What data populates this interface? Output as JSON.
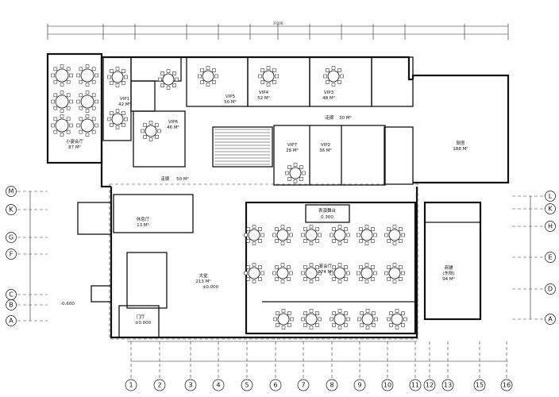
{
  "drawing": {
    "total_dimension": "37200",
    "axes_bottom": [
      "1",
      "2",
      "3",
      "4",
      "5",
      "6",
      "7",
      "8",
      "9",
      "10",
      "11",
      "12",
      "13",
      "15",
      "16"
    ],
    "axes_left": [
      "M",
      "K",
      "G",
      "F",
      "C",
      "B",
      "A"
    ],
    "axes_right": [
      "L",
      "K",
      "H",
      "E",
      "D",
      "A"
    ],
    "rooms": {
      "small_banquet": {
        "name": "小宴会厅",
        "area": "87 M²"
      },
      "vip1": {
        "name": "VIP1",
        "area": "42 M²"
      },
      "vip6": {
        "name": "VIP6",
        "area": "46 M²"
      },
      "vip5": {
        "name": "VIP5",
        "area": "50 M²"
      },
      "vip4": {
        "name": "VIP4",
        "area": "52 M²"
      },
      "vip3": {
        "name": "VIP3",
        "area": "48 M²"
      },
      "vip2": {
        "name": "VIP2",
        "area": "36 M²"
      },
      "vip7": {
        "name": "VIP7",
        "area": "28 M²"
      },
      "corridor_upper": {
        "name": "走廊",
        "area": "30 M²"
      },
      "corridor_main": {
        "name": "走廊",
        "area": "50 M²"
      },
      "kitchen": {
        "name": "厨房",
        "area": "188 M²"
      },
      "lobby": {
        "name": "大堂",
        "area": "213 M²",
        "elevation": "±0.000"
      },
      "banquet_hall": {
        "name": "宴会厅",
        "area": "374 M²"
      },
      "shop": {
        "name": "商铺",
        "sub": "(东侧)",
        "area": "94 M²"
      },
      "entrance": {
        "name": "门厅",
        "elevation": "±0.000"
      },
      "lounge": {
        "name": "休息厅",
        "area": "13 M²"
      },
      "stage": {
        "name": "表演舞台",
        "elevation": "0.300"
      }
    },
    "elevation_outside": "-0.600"
  }
}
